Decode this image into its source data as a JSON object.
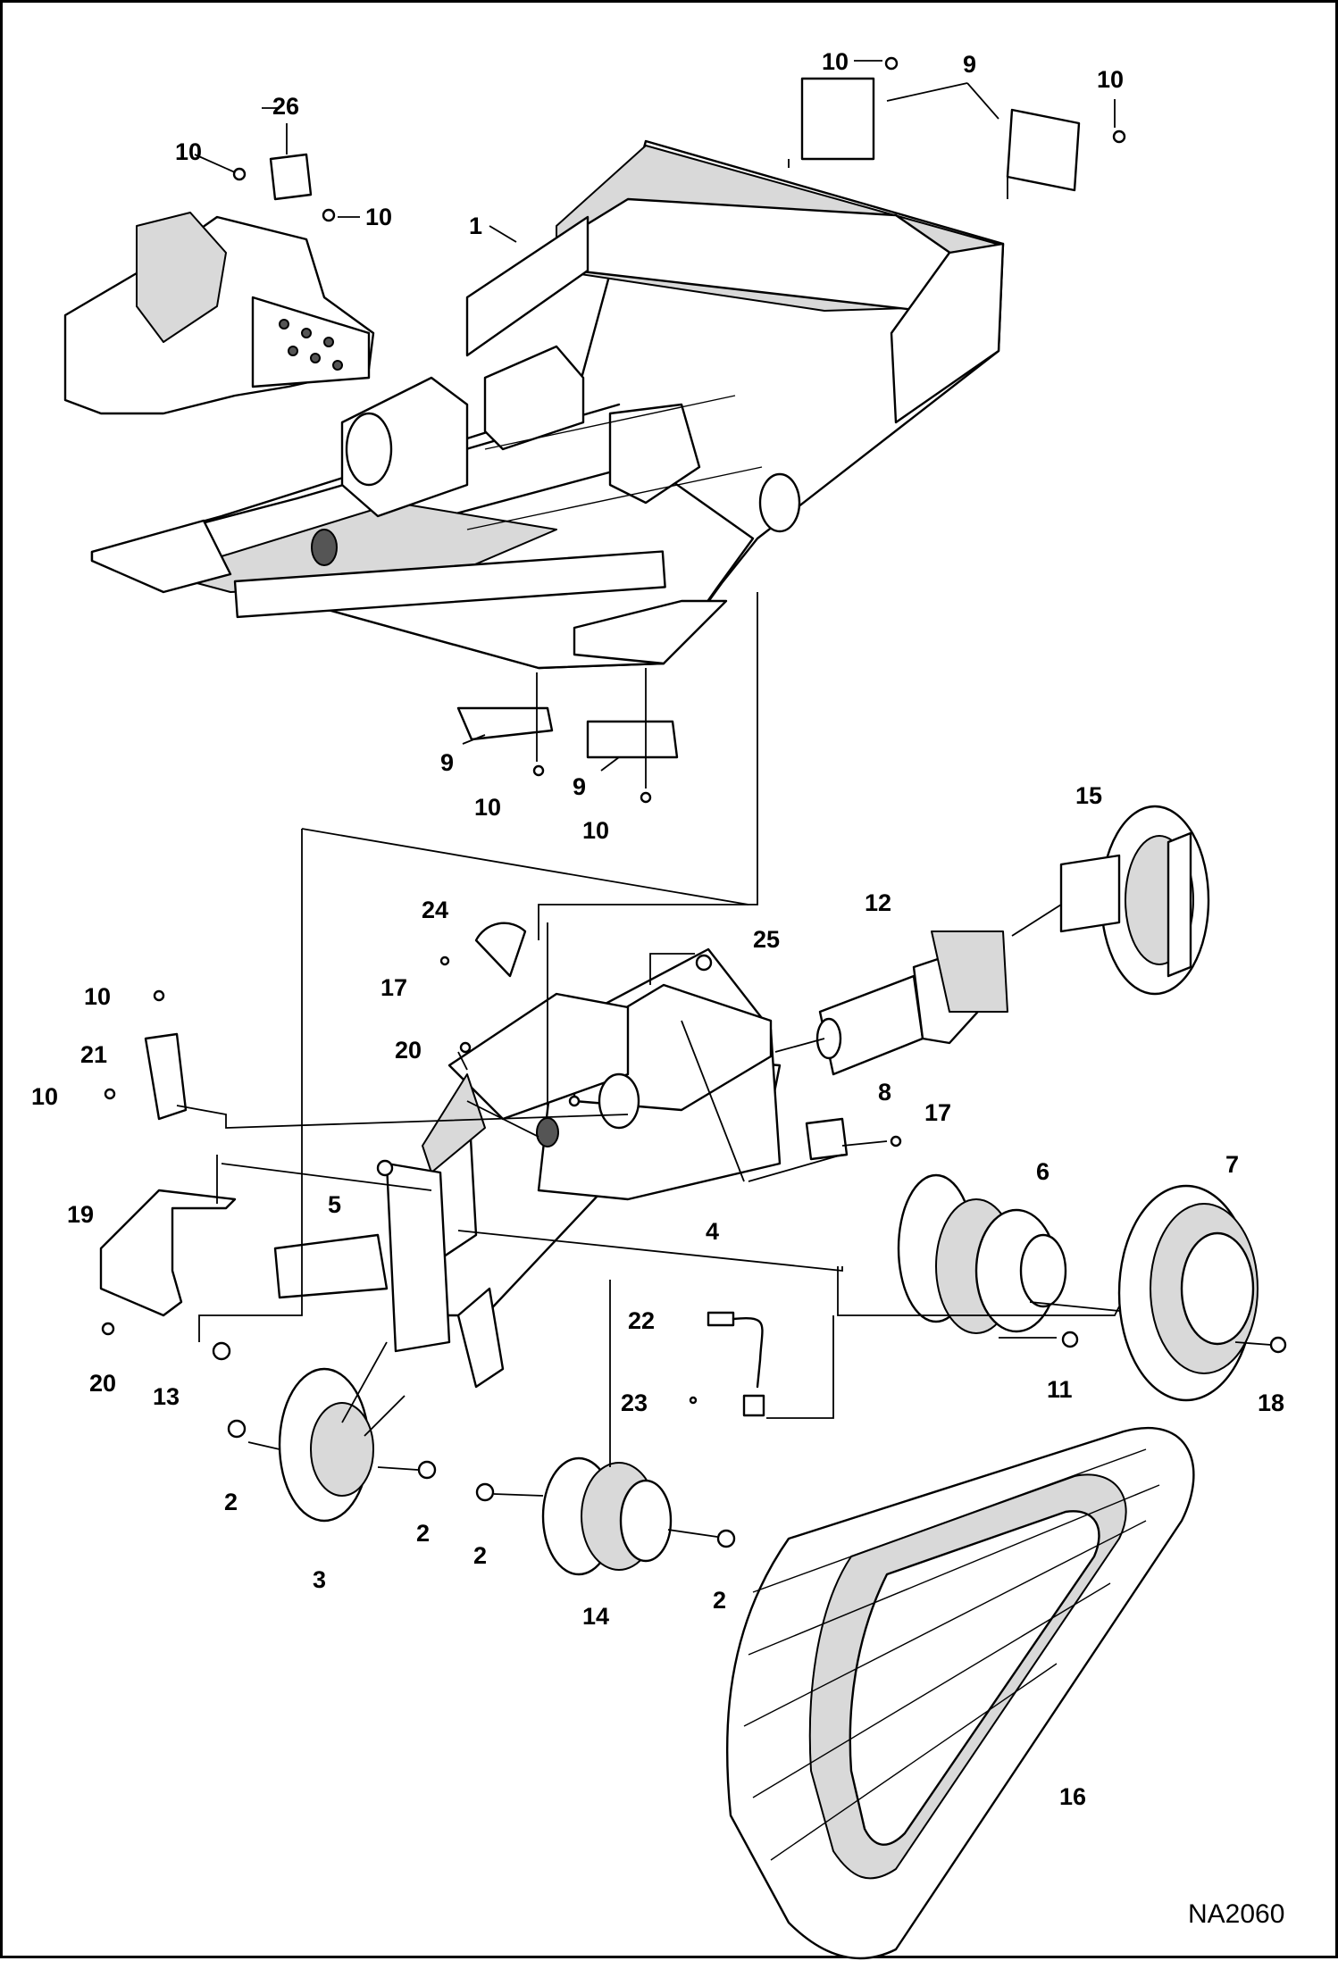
{
  "drawing_code": "NA2060",
  "callouts": {
    "c1": "1",
    "c2a": "2",
    "c2b": "2",
    "c2c": "2",
    "c2d": "2",
    "c3": "3",
    "c4": "4",
    "c5": "5",
    "c6": "6",
    "c7": "7",
    "c8": "8",
    "c9a": "9",
    "c9b": "9",
    "c9c": "9",
    "c10a": "10",
    "c10b": "10",
    "c10c": "10",
    "c10d": "10",
    "c10e": "10",
    "c10f": "10",
    "c10g": "10",
    "c10h": "10",
    "c11": "11",
    "c12": "12",
    "c13": "13",
    "c14": "14",
    "c15": "15",
    "c16": "16",
    "c17a": "17",
    "c17b": "17",
    "c18": "18",
    "c19": "19",
    "c20a": "20",
    "c20b": "20",
    "c21": "21",
    "c22": "22",
    "c23": "23",
    "c24": "24",
    "c25": "25",
    "c26": "26"
  },
  "part_icons": {
    "main_frame": "chassis-frame-icon",
    "track": "rubber-track-icon",
    "sprocket": "drive-sprocket-icon",
    "motor": "drive-motor-icon",
    "idler": "front-idler-icon",
    "tensioner": "track-tensioner-icon",
    "roller": "bottom-roller-icon"
  }
}
